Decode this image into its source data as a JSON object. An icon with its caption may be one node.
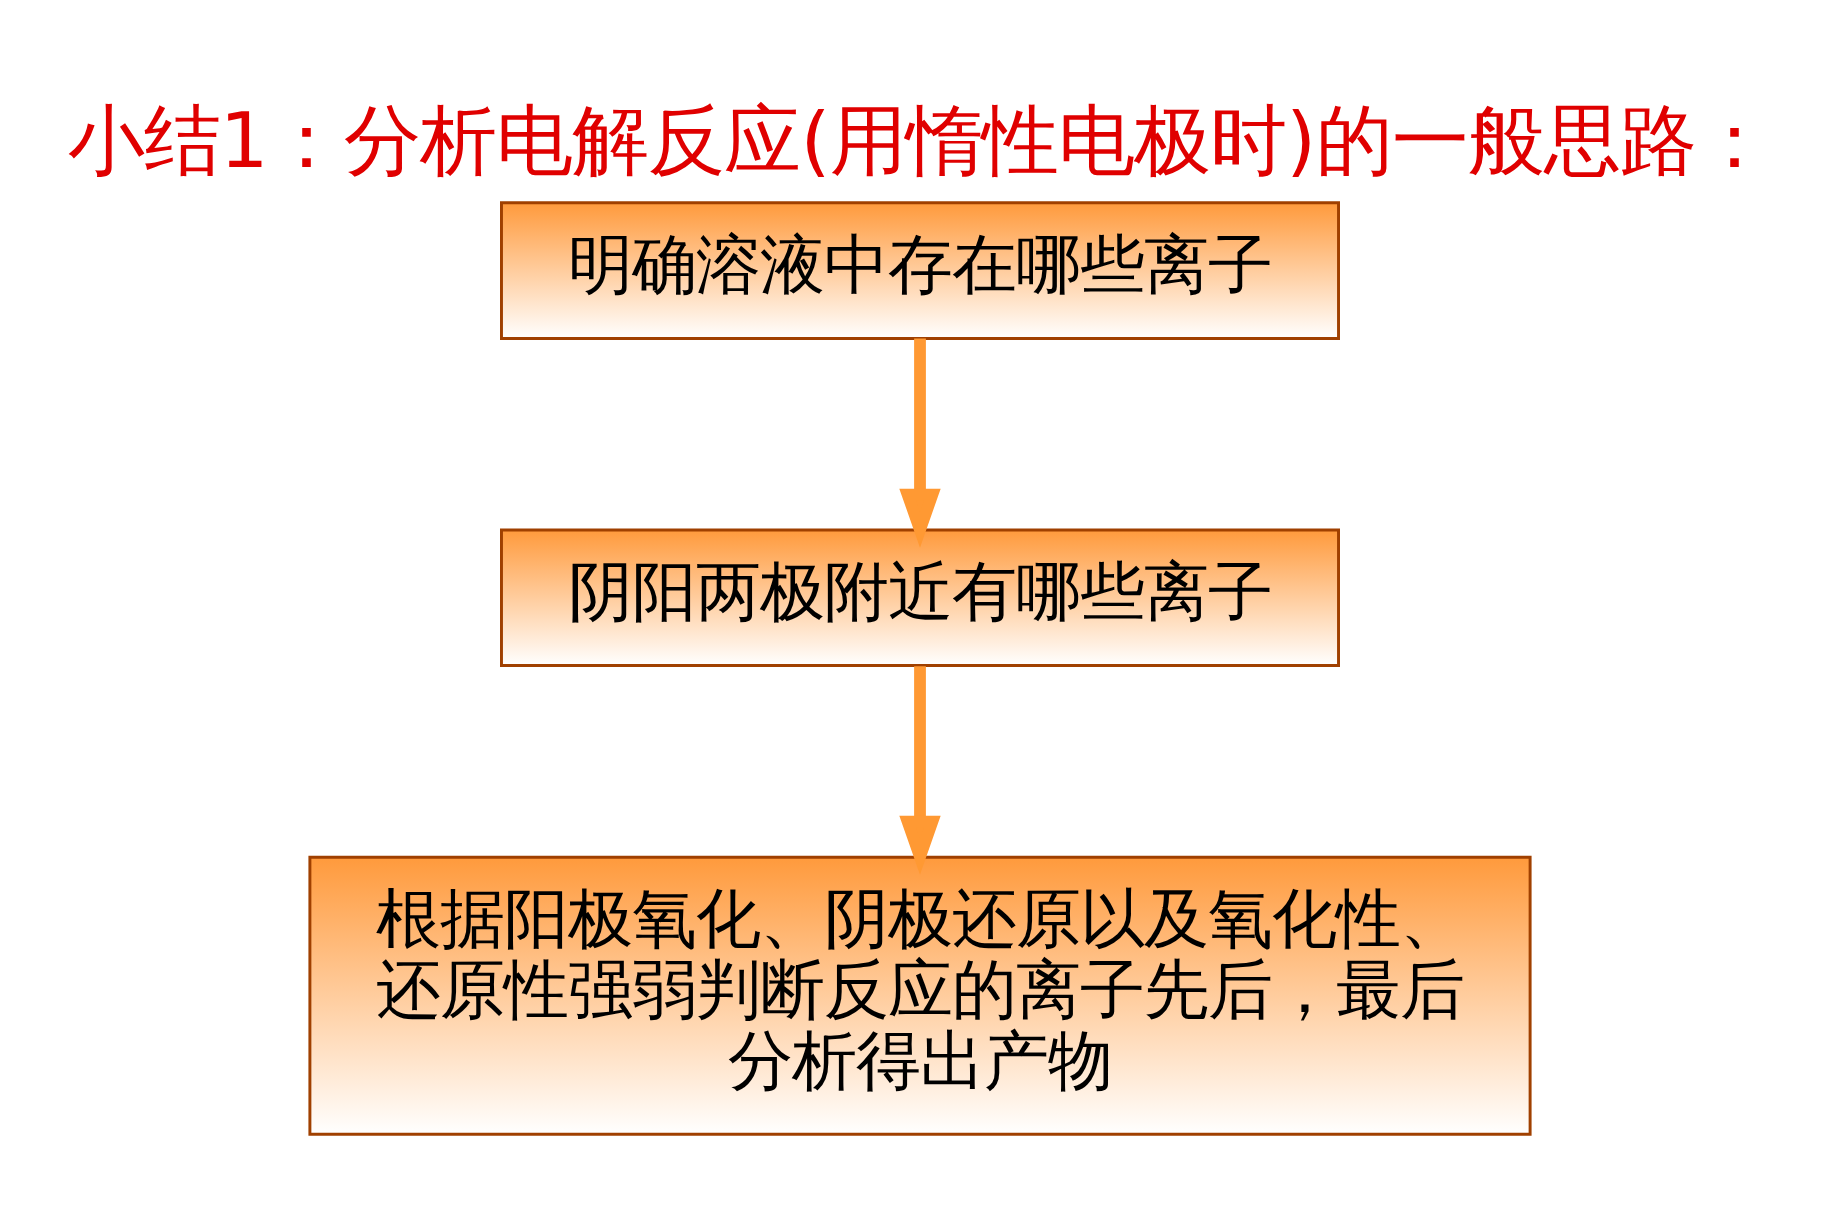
{
  "diagram": {
    "title": "小结1：分析电解反应(用惰性电极时)的一般思路：",
    "nodes": [
      {
        "text": [
          "明确溶液中存在哪些离子"
        ]
      },
      {
        "text": [
          "阴阳两极附近有哪些离子"
        ]
      },
      {
        "text": [
          "根据阳极氧化、阴极还原以及氧化性、还原性强弱判断反应的离子先后，最后分析得出产物"
        ]
      }
    ],
    "edges": [
      {
        "from": 0,
        "to": 1,
        "arrow": "to"
      },
      {
        "from": 1,
        "to": 2,
        "arrow": "to"
      }
    ]
  }
}
